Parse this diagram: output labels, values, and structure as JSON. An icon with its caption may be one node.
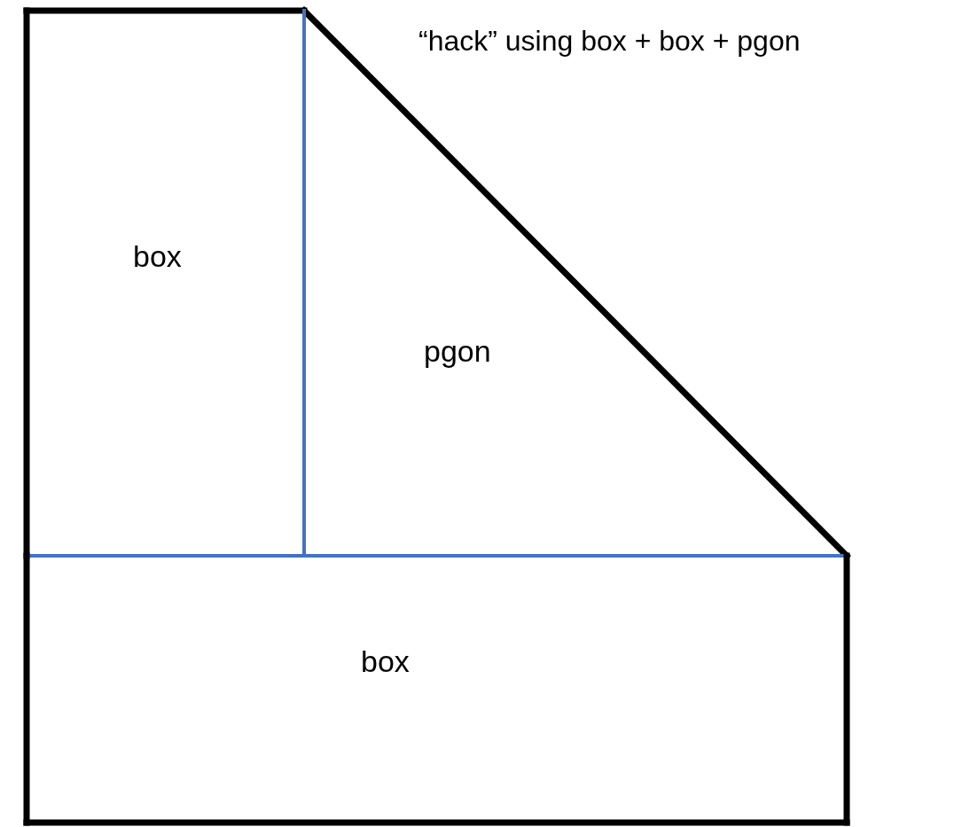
{
  "diagram": {
    "nodes": [
      {
        "text": [
          "box"
        ]
      },
      {
        "text": [
          "pgon"
        ]
      },
      {
        "text": [
          "box"
        ]
      }
    ],
    "labels": [
      "“hack” using box + box + pgon"
    ]
  }
}
